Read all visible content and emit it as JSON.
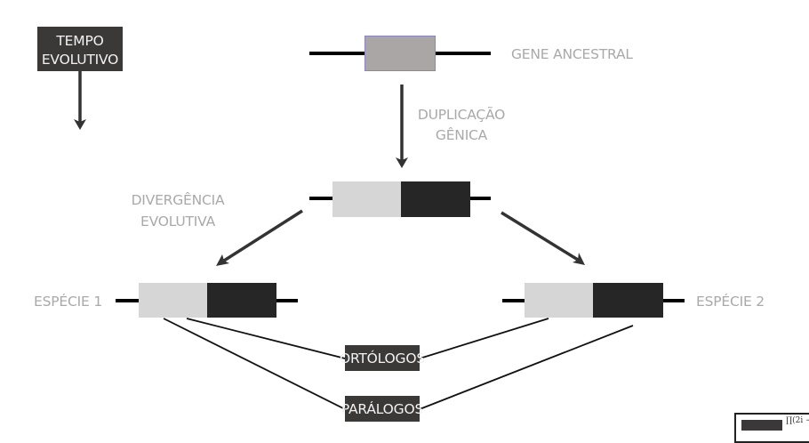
{
  "title_box": {
    "line1": "TEMPO",
    "line2": "EVOLUTIVO"
  },
  "ancestral_gene": {
    "label": "GENE ANCESTRAL",
    "color": "#aaa6a6",
    "border_color": "#8a86b8"
  },
  "duplication": {
    "line1": "DUPLICAÇÃO",
    "line2": "GÊNICA"
  },
  "divergence": {
    "line1": "DIVERGÊNCIA",
    "line2": "EVOLUTIVA"
  },
  "species": [
    {
      "label": "ESPÉCIE 1"
    },
    {
      "label": "ESPÉCIE 2"
    }
  ],
  "relations": {
    "orthologs": "ORTÓLOGOS",
    "paralogs": "PARÁLOGOS"
  },
  "colors": {
    "gene_light": "#d6d6d6",
    "gene_dark": "#262626",
    "label_box": "#3b3938",
    "arrow": "#333333",
    "gray_text": "#a9a9a9"
  },
  "thumbnail": {
    "formula": "∏(2i −"
  }
}
